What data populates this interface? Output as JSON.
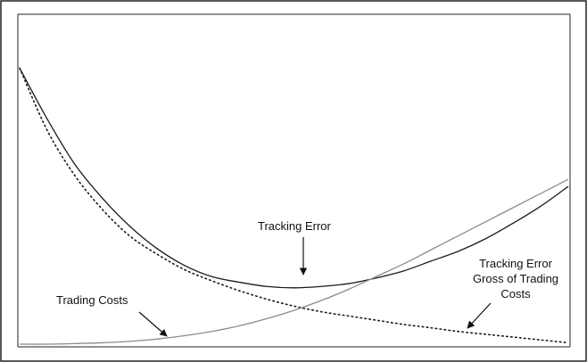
{
  "chart_data": {
    "type": "line",
    "title": "",
    "xlabel": "",
    "ylabel": "",
    "xlim": [
      0,
      1
    ],
    "ylim": [
      0,
      1
    ],
    "grid": false,
    "axes_ticks": false,
    "legend": "none",
    "series": [
      {
        "name": "Tracking Error",
        "style": "solid",
        "color": "#1a1a1a",
        "x": [
          0.0,
          0.05,
          0.1,
          0.15,
          0.2,
          0.25,
          0.3,
          0.35,
          0.4,
          0.45,
          0.5,
          0.55,
          0.6,
          0.65,
          0.7,
          0.75,
          0.8,
          0.85,
          0.9,
          0.95,
          1.0
        ],
        "y": [
          0.98,
          0.8,
          0.64,
          0.52,
          0.42,
          0.34,
          0.28,
          0.24,
          0.22,
          0.205,
          0.2,
          0.205,
          0.215,
          0.235,
          0.26,
          0.295,
          0.33,
          0.375,
          0.43,
          0.49,
          0.56
        ]
      },
      {
        "name": "Tracking Error Gross of Trading Costs",
        "style": "dotted",
        "color": "#1a1a1a",
        "x": [
          0.0,
          0.05,
          0.1,
          0.15,
          0.2,
          0.25,
          0.3,
          0.35,
          0.4,
          0.45,
          0.5,
          0.55,
          0.6,
          0.65,
          0.7,
          0.75,
          0.8,
          0.85,
          0.9,
          0.95,
          1.0
        ],
        "y": [
          0.98,
          0.76,
          0.6,
          0.48,
          0.385,
          0.32,
          0.265,
          0.225,
          0.19,
          0.16,
          0.135,
          0.115,
          0.1,
          0.085,
          0.07,
          0.058,
          0.045,
          0.035,
          0.025,
          0.015,
          0.005
        ]
      },
      {
        "name": "Trading Costs",
        "style": "solid",
        "color": "#8c8c8c",
        "x": [
          0.0,
          0.05,
          0.1,
          0.15,
          0.2,
          0.25,
          0.3,
          0.35,
          0.4,
          0.45,
          0.5,
          0.55,
          0.6,
          0.65,
          0.7,
          0.75,
          0.8,
          0.85,
          0.9,
          0.95,
          1.0
        ],
        "y": [
          0.0,
          0.0,
          0.002,
          0.005,
          0.01,
          0.018,
          0.03,
          0.045,
          0.065,
          0.09,
          0.12,
          0.155,
          0.195,
          0.24,
          0.285,
          0.335,
          0.385,
          0.435,
          0.485,
          0.535,
          0.585
        ]
      }
    ],
    "annotations": [
      {
        "text_lines": [
          "Tracking Error"
        ],
        "points_to": "Tracking Error"
      },
      {
        "text_lines": [
          "Tracking Error",
          "Gross of Trading",
          "Costs"
        ],
        "points_to": "Tracking Error Gross of Trading Costs"
      },
      {
        "text_lines": [
          "Trading Costs"
        ],
        "points_to": "Trading Costs"
      }
    ]
  }
}
